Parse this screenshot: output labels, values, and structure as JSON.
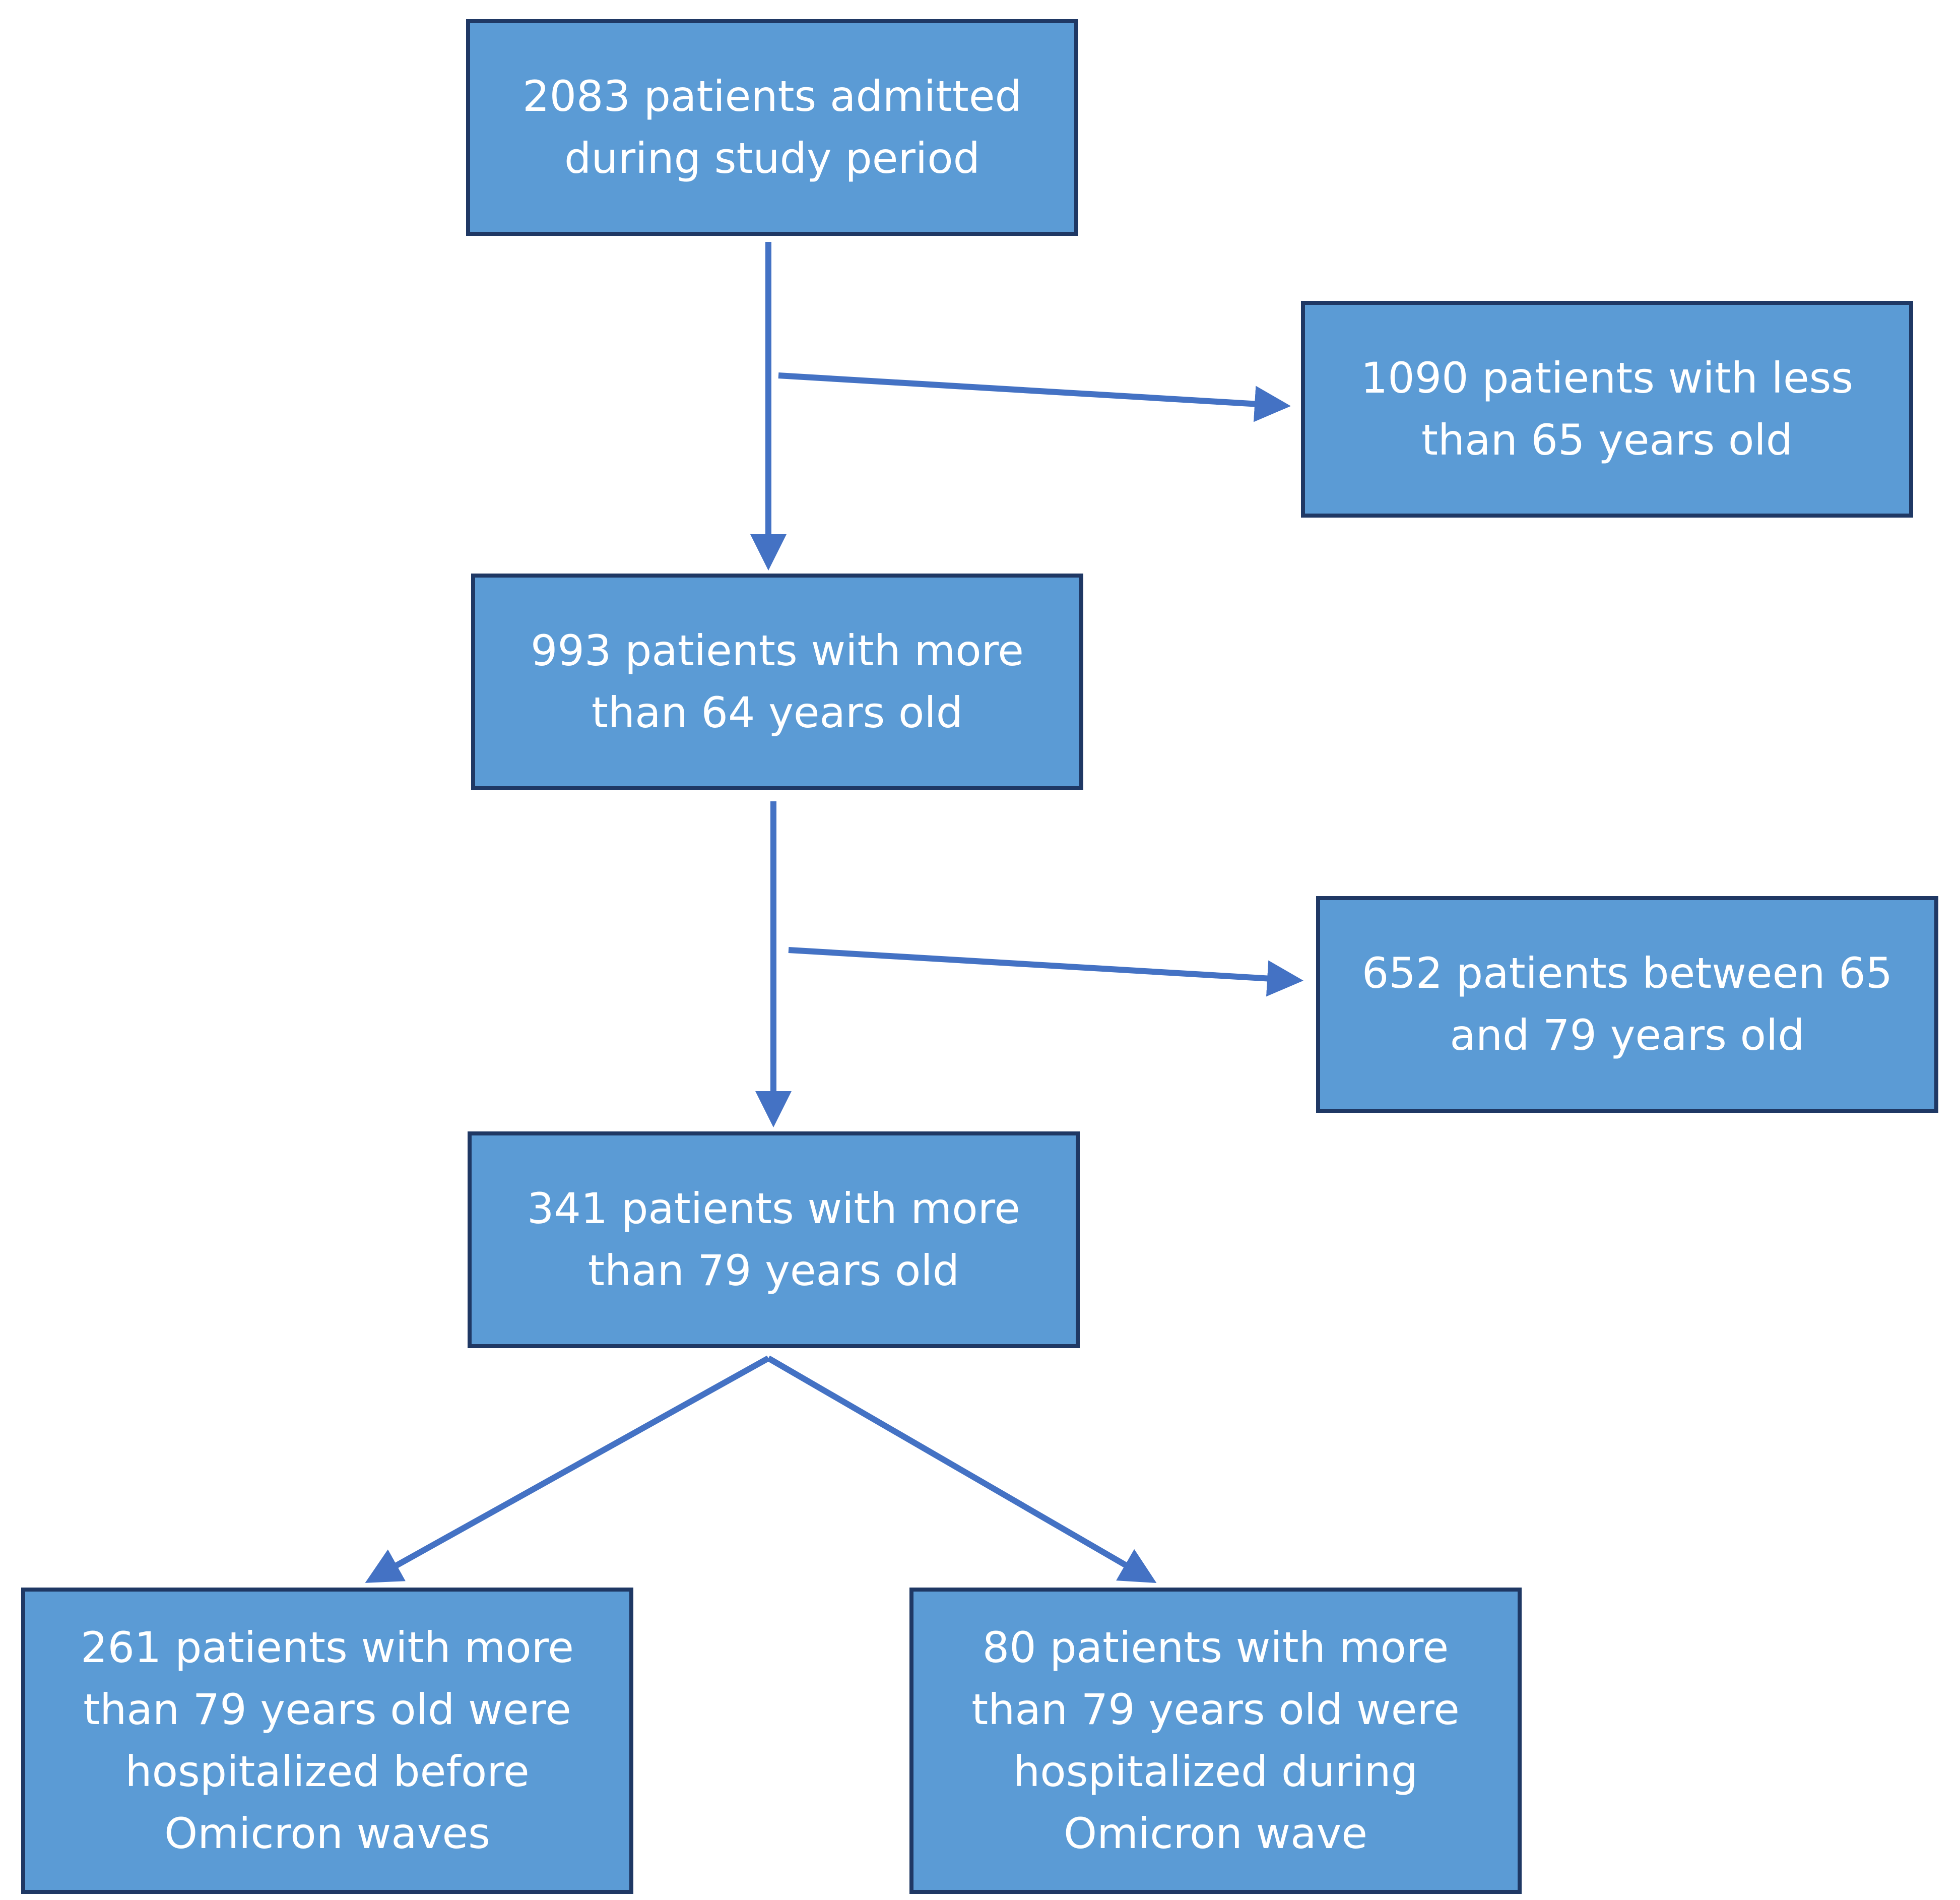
{
  "boxes": {
    "admitted": {
      "lines": [
        "2083 patients admitted",
        "during study period"
      ]
    },
    "under65": {
      "lines": [
        "1090 patients with less",
        "than 65 years old"
      ]
    },
    "over64": {
      "lines": [
        "993 patients with more",
        "than 64 years old"
      ]
    },
    "between65and79": {
      "lines": [
        "652 patients between 65",
        "and 79 years old"
      ]
    },
    "over79": {
      "lines": [
        "341 patients with more",
        "than 79 years old"
      ]
    },
    "before_omicron": {
      "lines": [
        "261 patients with more",
        "than 79 years old were",
        "hospitalized before",
        "Omicron waves"
      ]
    },
    "during_omicron": {
      "lines": [
        "80 patients with more",
        "than 79 years old were",
        "hospitalized during",
        "Omicron wave"
      ]
    }
  },
  "colors": {
    "box_fill": "#5b9bd5",
    "box_border": "#1f3864",
    "arrow": "#4472c4",
    "text": "#ffffff"
  }
}
